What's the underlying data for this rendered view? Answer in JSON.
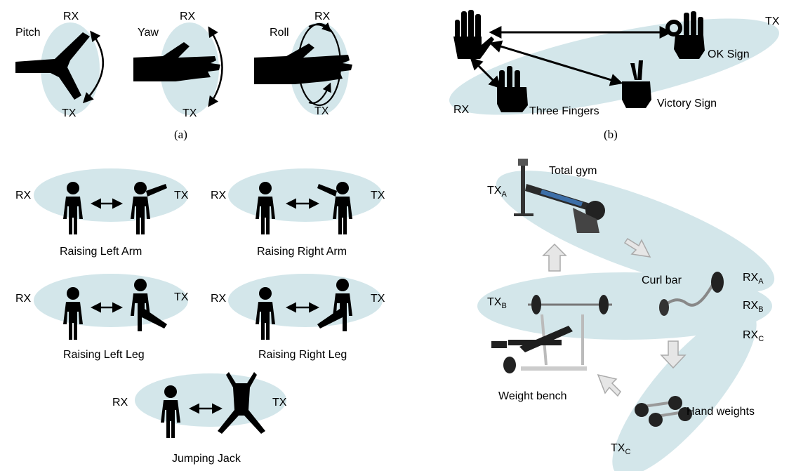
{
  "panel_a": {
    "caption": "(a)",
    "pitch": {
      "title": "Pitch",
      "rx": "RX",
      "tx": "TX"
    },
    "yaw": {
      "title": "Yaw",
      "rx": "RX",
      "tx": "TX"
    },
    "roll": {
      "title": "Roll",
      "rx": "RX",
      "tx": "TX"
    }
  },
  "panel_b": {
    "caption": "(b)",
    "rx": "RX",
    "tx": "TX",
    "gestures": [
      "Three Fingers",
      "Victory Sign",
      "OK Sign"
    ]
  },
  "panel_c": {
    "rx": "RX",
    "tx": "TX",
    "activities": [
      "Raising Left Arm",
      "Raising Right Arm",
      "Raising Left Leg",
      "Raising Right Leg",
      "Jumping Jack"
    ]
  },
  "panel_d": {
    "equipment": [
      "Total gym",
      "Curl bar",
      "Weight bench",
      "Hand weights"
    ],
    "tx_a": "TX",
    "tx_b": "TX",
    "tx_c": "TX",
    "rx_a": "RX",
    "rx_b": "RX",
    "rx_c": "RX",
    "sub_a": "A",
    "sub_b": "B",
    "sub_c": "C"
  }
}
